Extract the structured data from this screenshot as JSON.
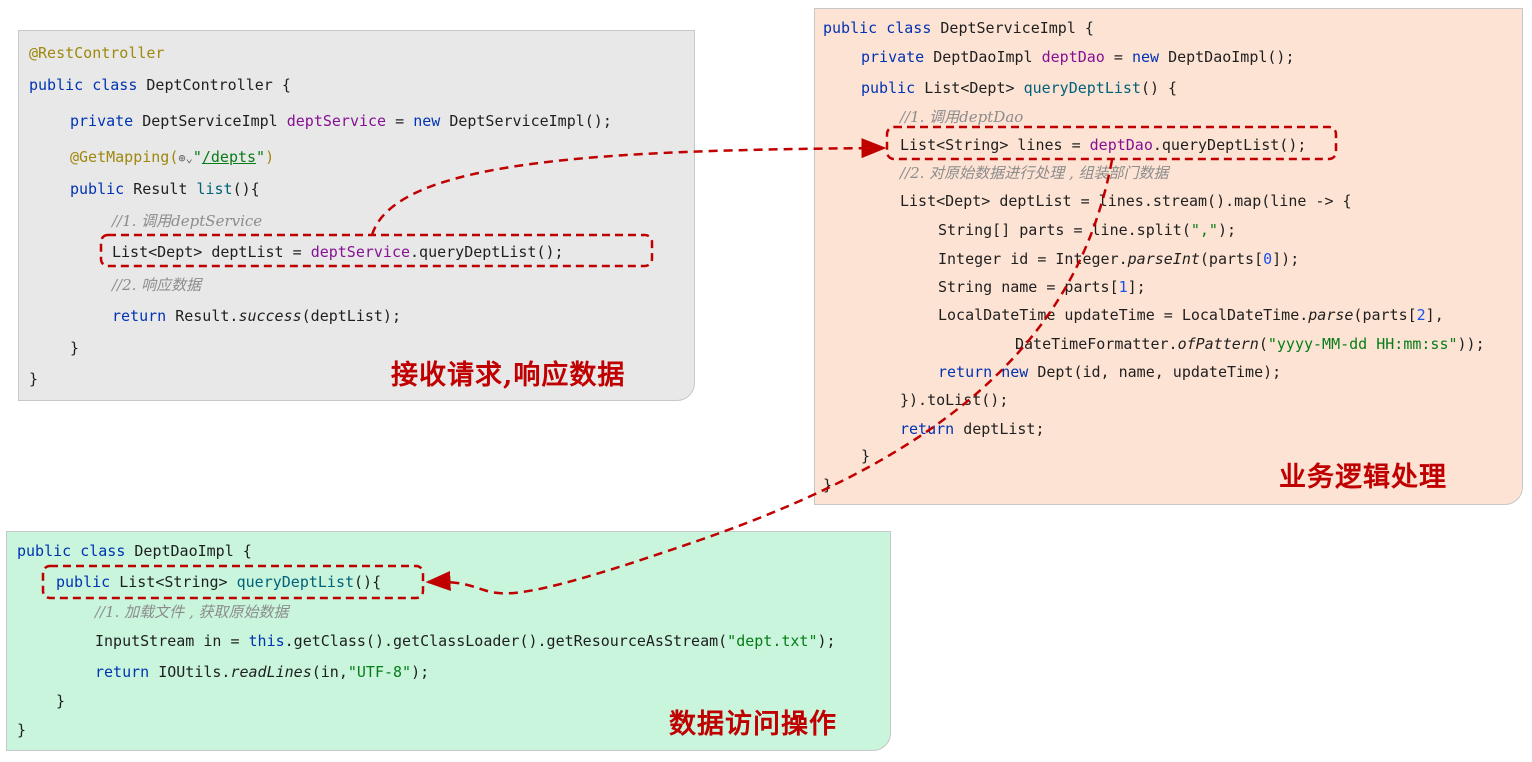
{
  "controller": {
    "lines": {
      "l1": "@RestController",
      "l2a": "public class ",
      "l2b": "DeptController {",
      "l3a": "private ",
      "l3b": "DeptServiceImpl ",
      "l3c": "deptService",
      "l3d": " = ",
      "l3e": "new ",
      "l3f": "DeptServiceImpl();",
      "l4a": "@GetMapping(",
      "l4b": "⊕⌄",
      "l4c": "\"",
      "l4d": "/depts",
      "l4e": "\"",
      "l4f": ")",
      "l5a": "public ",
      "l5b": "Result ",
      "l5c": "list",
      "l5d": "(){",
      "l6": "//1. 调用deptService",
      "l7a": "List<Dept> deptList = ",
      "l7b": "deptService",
      "l7c": ".queryDeptList();",
      "l8": "//2. 响应数据",
      "l9a": "return ",
      "l9b": "Result.",
      "l9c": "success",
      "l9d": "(deptList);",
      "l10": "}",
      "l11": "}"
    },
    "label": "接收请求,响应数据"
  },
  "service": {
    "lines": {
      "l1a": "public class ",
      "l1b": "DeptServiceImpl {",
      "l2a": "private ",
      "l2b": "DeptDaoImpl ",
      "l2c": "deptDao",
      "l2d": " = ",
      "l2e": "new ",
      "l2f": "DeptDaoImpl();",
      "l3a": "public ",
      "l3b": "List<Dept> ",
      "l3c": "queryDeptList",
      "l3d": "() {",
      "l4": "//1. 调用deptDao",
      "l5a": "List<String> lines = ",
      "l5b": "deptDao",
      "l5c": ".queryDeptList();",
      "l6": "//2. 对原始数据进行处理 , 组装部门数据",
      "l7": "List<Dept> deptList = lines.stream().map(line -> {",
      "l8a": "String[] parts = line.split(",
      "l8b": "\",\"",
      "l8c": ");",
      "l9a": "Integer id = Integer.",
      "l9b": "parseInt",
      "l9c": "(parts[",
      "l9d": "0",
      "l9e": "]);",
      "l10a": "String name = parts[",
      "l10b": "1",
      "l10c": "];",
      "l11a": "LocalDateTime updateTime = LocalDateTime.",
      "l11b": "parse",
      "l11c": "(parts[",
      "l11d": "2",
      "l11e": "],",
      "l12a": "DateTimeFormatter.",
      "l12b": "ofPattern",
      "l12c": "(",
      "l12d": "\"yyyy-MM-dd HH:mm:ss\"",
      "l12e": "));",
      "l13a": "return ",
      "l13b": "new ",
      "l13c": "Dept(id, name, updateTime);",
      "l14": "}).toList();",
      "l15a": "return ",
      "l15b": "deptList;",
      "l16": "}",
      "l17": "}"
    },
    "label": "业务逻辑处理"
  },
  "dao": {
    "lines": {
      "l1a": "public class ",
      "l1b": "DeptDaoImpl {",
      "l2a": "public ",
      "l2b": "List<String> ",
      "l2c": "queryDeptList",
      "l2d": "(){",
      "l3": "//1. 加载文件 , 获取原始数据",
      "l4a": "InputStream in = ",
      "l4b": "this",
      "l4c": ".getClass().getClassLoader().getResourceAsStream(",
      "l4d": "\"dept.txt\"",
      "l4e": ");",
      "l5a": "return ",
      "l5b": "IOUtils.",
      "l5c": "readLines",
      "l5d": "(in,",
      "l5e": "\"UTF-8\"",
      "l5f": ");",
      "l6": "}",
      "l7": "}"
    },
    "label": "数据访问操作"
  },
  "colors": {
    "controller_bg": "#e8e8e8",
    "service_bg": "#fde3d4",
    "dao_bg": "#c8f5dc",
    "highlight": "#c00000"
  }
}
